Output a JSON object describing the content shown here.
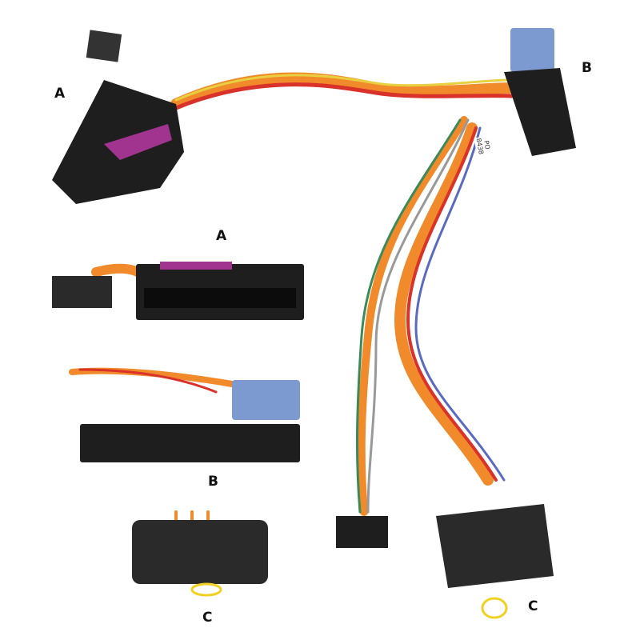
{
  "labels": {
    "main_a": "A",
    "main_b": "B",
    "detail_a": "A",
    "detail_b": "B",
    "detail_c": "C",
    "main_c": "C"
  },
  "wire_tag": {
    "line1": "PO",
    "line2": "8438"
  },
  "colors": {
    "connector_black": "#1e1e1e",
    "connector_blue": "#7d9ad0",
    "purple_latch": "#a0348f",
    "wire_orange": "#f08a2a",
    "wire_red": "#d8322a",
    "wire_yellow": "#e8d040"
  }
}
